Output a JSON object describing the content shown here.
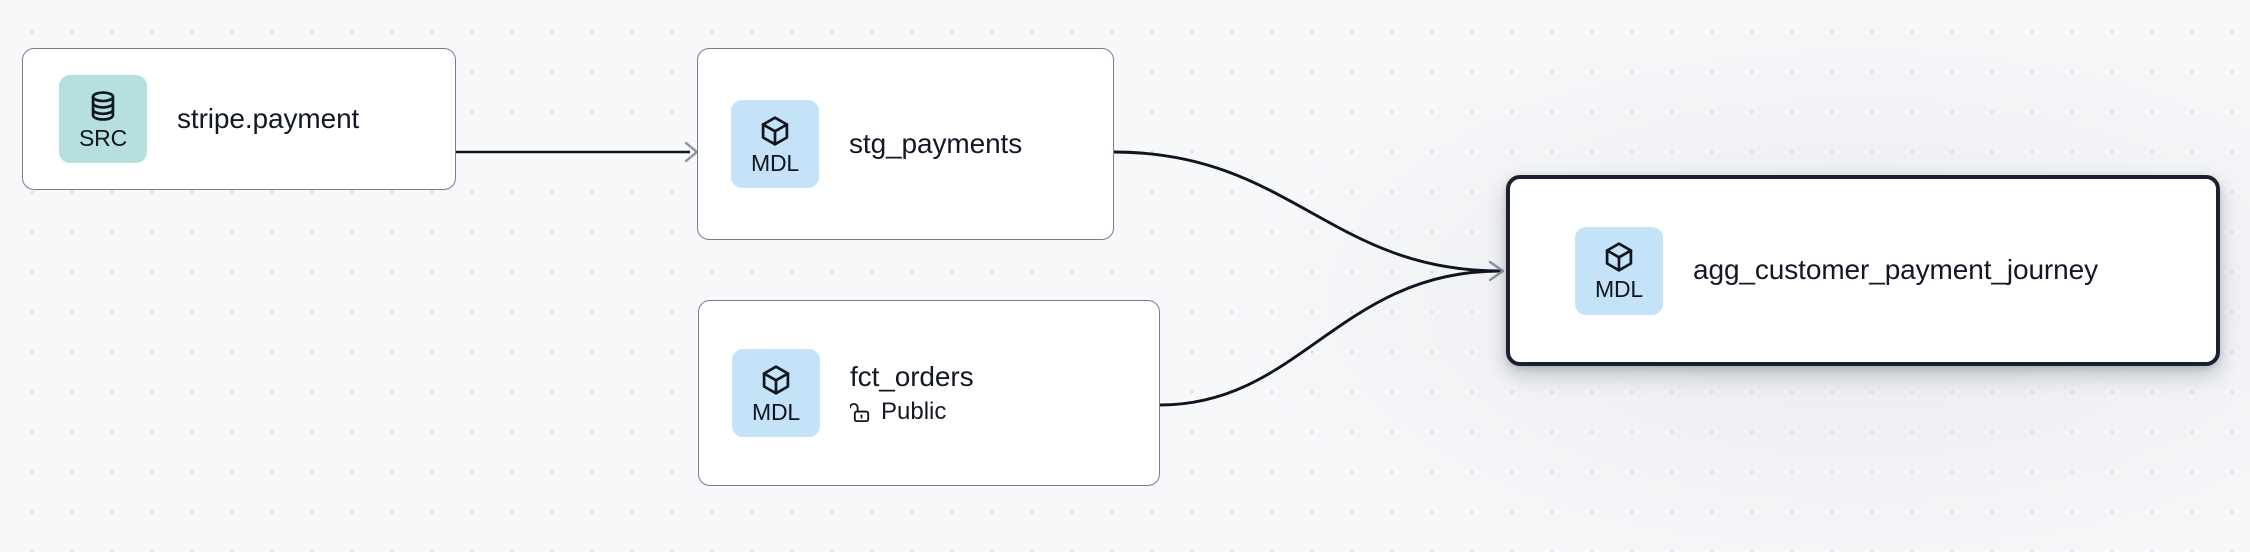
{
  "graph": {
    "background_color": "#f7f8fa",
    "grid_dot_color": "#ced2db",
    "edge_color": "#101420",
    "arrowhead_color": "#8b90a0",
    "nodes": [
      {
        "id": "stripe-payment",
        "title": "stripe.payment",
        "badge_label": "SRC",
        "badge_icon": "database-icon",
        "badge_color": "#b5e0dd",
        "selected": false
      },
      {
        "id": "stg-payments",
        "title": "stg_payments",
        "badge_label": "MDL",
        "badge_icon": "cube-icon",
        "badge_color": "#c4e3f8",
        "selected": false
      },
      {
        "id": "fct-orders",
        "title": "fct_orders",
        "badge_label": "MDL",
        "badge_icon": "cube-icon",
        "badge_color": "#c4e3f8",
        "subtitle": "Public",
        "subtitle_icon": "unlock-icon",
        "selected": false
      },
      {
        "id": "agg-customer-payment-journey",
        "title": "agg_customer_payment_journey",
        "badge_label": "MDL",
        "badge_icon": "cube-icon",
        "badge_color": "#c4e3f8",
        "selected": true
      }
    ],
    "edges": [
      {
        "id": "e1",
        "from": "stripe-payment",
        "to": "stg-payments",
        "style": "straight"
      },
      {
        "id": "e2",
        "from": "stg-payments",
        "to": "agg-customer-payment-journey",
        "style": "bezier"
      },
      {
        "id": "e3",
        "from": "fct-orders",
        "to": "agg-customer-payment-journey",
        "style": "bezier"
      }
    ]
  }
}
